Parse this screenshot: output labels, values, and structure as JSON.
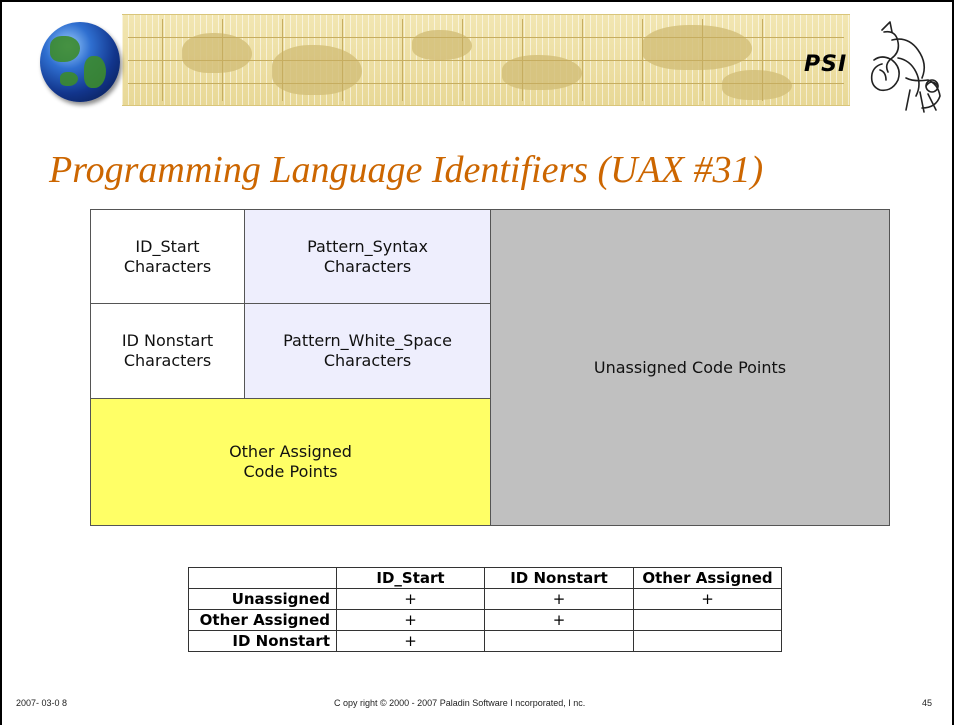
{
  "header": {
    "brand": "PSI",
    "globe_icon": "globe-icon",
    "logo_icon": "knight-logo-icon"
  },
  "title": "Programming Language Identifiers (UAX #31)",
  "diagram": {
    "id_start": "ID_Start\nCharacters",
    "pattern_syntax": "Pattern_Syntax\nCharacters",
    "id_nonstart": "ID Nonstart\nCharacters",
    "pattern_white_space": "Pattern_White_Space\nCharacters",
    "other_assigned": "Other Assigned\nCode Points",
    "unassigned": "Unassigned Code Points",
    "colors": {
      "white": "#ffffff",
      "lavender": "#eeeefd",
      "yellow": "#ffff66",
      "gray": "#c0c0c0"
    }
  },
  "table": {
    "columns": [
      "",
      "ID_Start",
      "ID Nonstart",
      "Other Assigned"
    ],
    "rows": [
      {
        "label": "Unassigned",
        "cells": [
          "+",
          "+",
          "+"
        ]
      },
      {
        "label": "Other Assigned",
        "cells": [
          "+",
          "+",
          ""
        ]
      },
      {
        "label": "ID Nonstart",
        "cells": [
          "+",
          "",
          ""
        ]
      }
    ]
  },
  "footer": {
    "date": "2007- 03-0 8",
    "copyright": "C opy right © 2000 - 2007 Paladin Software I ncorporated, I nc.",
    "page": "45"
  }
}
